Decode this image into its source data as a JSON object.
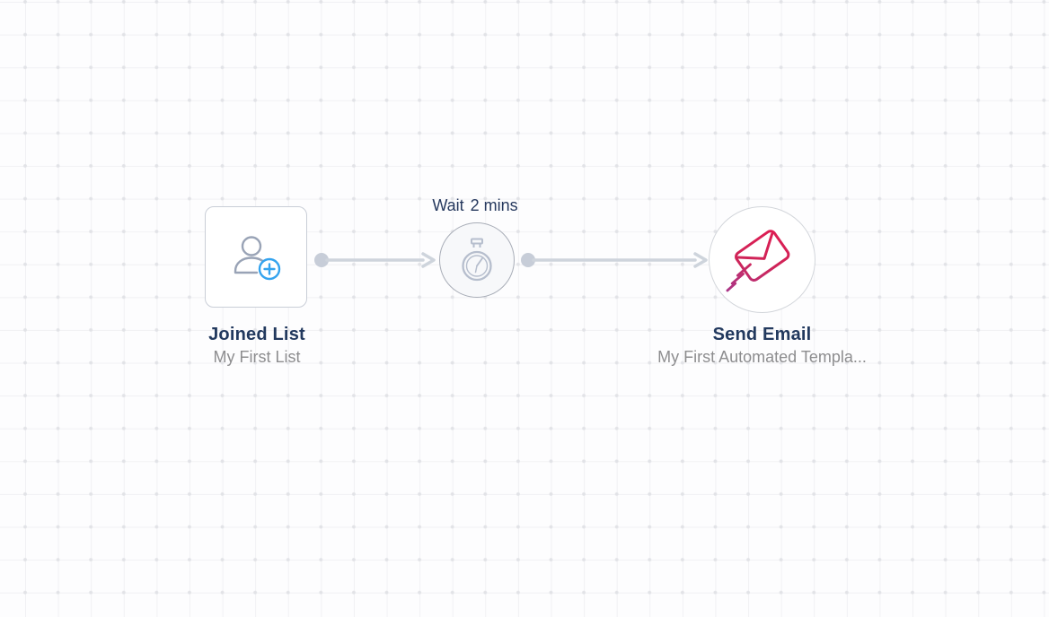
{
  "app": {
    "name": "automation-workflow-canvas"
  },
  "workflow": {
    "trigger_node": {
      "title": "Joined List",
      "subtitle": "My First List",
      "icon": "person-add-icon"
    },
    "wait_node": {
      "label": "Wait",
      "duration": "2 mins",
      "icon": "stopwatch-icon"
    },
    "email_node": {
      "title": "Send Email",
      "subtitle": "My First Automated Templa...",
      "icon": "send-email-icon"
    }
  },
  "colors": {
    "canvas_bg": "#fdfdfe",
    "grid_line": "#f1f1f4",
    "grid_dot": "#e2e3e7",
    "title_text": "#22395e",
    "subtitle_text": "#8d8d8f",
    "wait_label_text": "#26395e",
    "connector": "#ced4dc",
    "connector_dot": "#c7cdd8",
    "trigger_node_border": "#c9ced7",
    "wait_node_border": "#a8adb7",
    "wait_node_fill": "#f7f8fa",
    "email_node_border": "#d3d6db",
    "person_icon": "#99a3b6",
    "plus_badge_blue": "#34a3ee",
    "stopwatch_icon": "#b6becd",
    "envelope_red": "#e8184f",
    "envelope_purple": "#a23a92"
  }
}
